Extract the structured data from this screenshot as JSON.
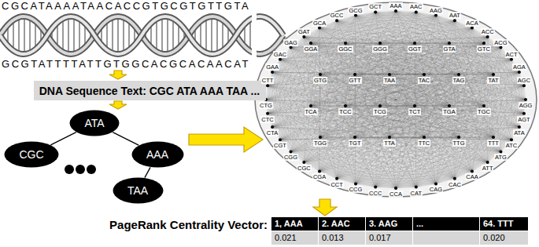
{
  "diagram": {
    "nodes": [
      {
        "text": [
          "DNA Sequence Text: CGC ATA AAA TAA ..."
        ]
      },
      {
        "text": [
          "ATA"
        ]
      },
      {
        "text": [
          "CGC"
        ]
      },
      {
        "text": [
          "AAA"
        ]
      },
      {
        "text": [
          "TAA"
        ]
      }
    ],
    "edges": [
      {
        "from": 2,
        "to": 1,
        "arrow": "none"
      },
      {
        "from": 1,
        "to": 3,
        "arrow": "none"
      },
      {
        "from": 3,
        "to": 4,
        "arrow": "none"
      }
    ],
    "labels": [
      "CGCATAAAATAACACCGTGCGTGTTGTA",
      "GCGTATTTTATTGTGGCACGCACAACAT",
      "AAA",
      "AAC",
      "AAG",
      "AAT",
      "ACA",
      "ACC",
      "ACG",
      "ACT",
      "AGA",
      "AGC",
      "AGG",
      "AGT",
      "ATA",
      "ATC",
      "ATG",
      "ATT",
      "CAA",
      "CAC",
      "CAG",
      "CAT",
      "CCA",
      "CCC",
      "CCG",
      "CCT",
      "CGA",
      "CGC",
      "CGG",
      "CGT",
      "CTA",
      "CTC",
      "CTG",
      "CTT",
      "GAA",
      "GAC",
      "GAG",
      "GAT",
      "GCA",
      "GCC",
      "GCG",
      "GCT",
      "GGA",
      "GGC",
      "GGG",
      "GGT",
      "GTA",
      "GTC",
      "GTG",
      "GTT",
      "TAA",
      "TAC",
      "TAG",
      "TAT",
      "TCA",
      "TCC",
      "TCG",
      "TCT",
      "TGA",
      "TGC",
      "TGG",
      "TGT",
      "TTA",
      "TTC",
      "TTG",
      "TTT",
      "PageRank Centrality Vector:",
      "1, AAA",
      "2. AAC",
      "3. AAG",
      "...",
      "64. TTT",
      "0.021",
      "0.013",
      "0.017",
      "0.020"
    ]
  }
}
